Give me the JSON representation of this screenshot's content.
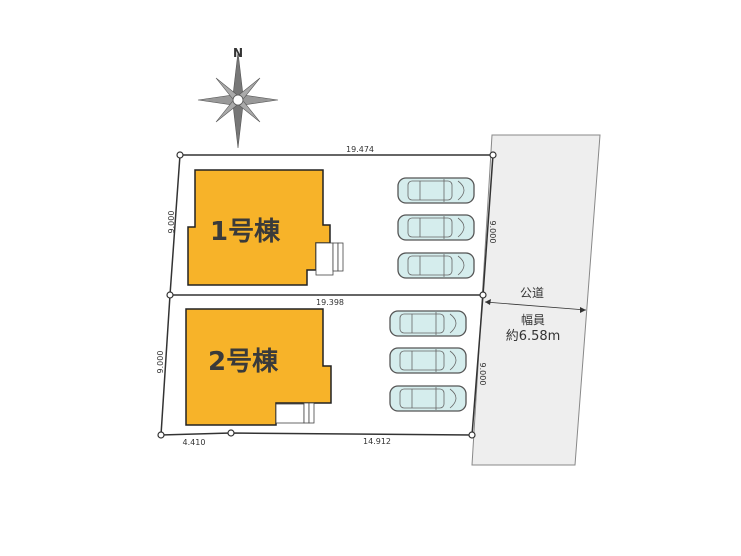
{
  "compass": {
    "north_label": "N"
  },
  "lots": [
    {
      "label": "1号棟",
      "top_width": "19.474",
      "left_depth": "9.000",
      "right_depth": "9.000",
      "parking_spaces": 3
    },
    {
      "label": "2号棟",
      "top_width": "19.398",
      "left_depth": "9.000",
      "right_depth": "9.000",
      "bottom_left": "4.410",
      "bottom_right": "14.912",
      "parking_spaces": 3
    }
  ],
  "road": {
    "name": "公道",
    "width_label": "幅員",
    "width_value": "約6.58m"
  },
  "colors": {
    "building": "#F7B329",
    "road": "#EEEEEE",
    "car": "#D5EDED"
  }
}
